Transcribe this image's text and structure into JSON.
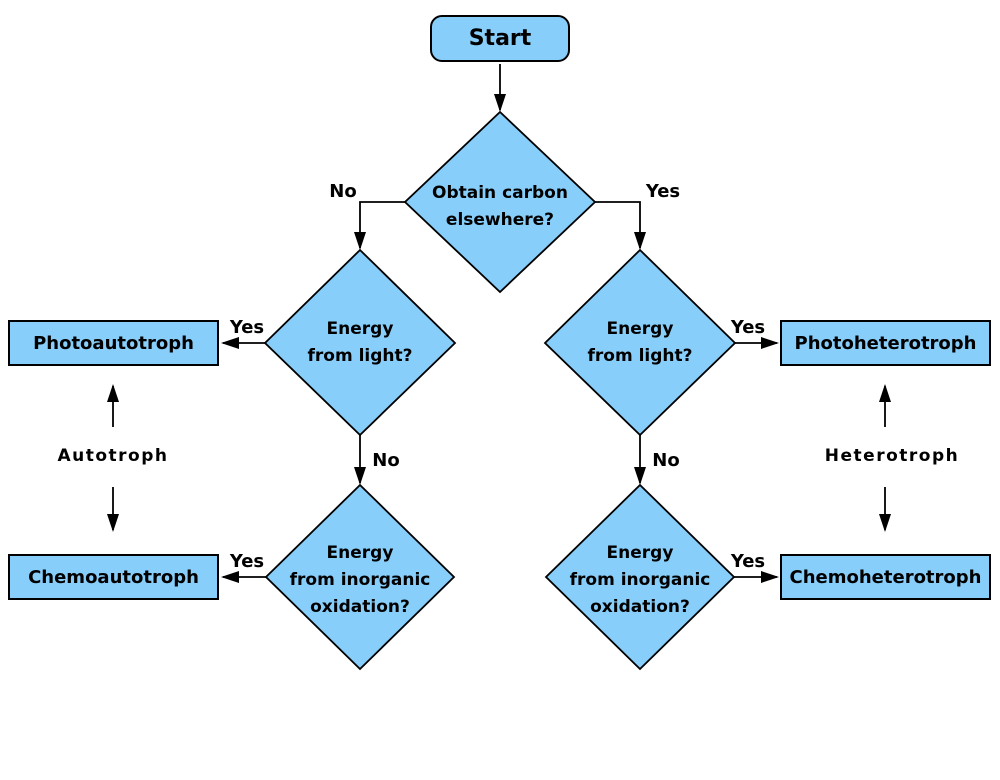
{
  "flowchart": {
    "start": {
      "label": "Start"
    },
    "decisions": [
      {
        "label": "Obtain carbon\nelsewhere?"
      },
      {
        "label": "Energy\nfrom light?"
      },
      {
        "label": "Energy\nfrom light?"
      },
      {
        "label": "Energy\nfrom inorganic\noxidation?"
      },
      {
        "label": "Energy\nfrom inorganic\noxidation?"
      }
    ],
    "results": [
      {
        "label": "Photoautotroph"
      },
      {
        "label": "Chemoautotroph"
      },
      {
        "label": "Photoheterotroph"
      },
      {
        "label": "Chemoheterotroph"
      }
    ],
    "branch_labels": [
      {
        "text": "No"
      },
      {
        "text": "Yes"
      },
      {
        "text": "Yes"
      },
      {
        "text": "No"
      },
      {
        "text": "Yes"
      },
      {
        "text": "Yes"
      },
      {
        "text": "No"
      },
      {
        "text": "Yes"
      }
    ],
    "group_labels": [
      {
        "text": "Autotroph"
      },
      {
        "text": "Heterotroph"
      }
    ],
    "colors": {
      "node_fill": "#87CEFA",
      "node_border": "#000000",
      "text": "#000000",
      "background": "#ffffff"
    }
  }
}
